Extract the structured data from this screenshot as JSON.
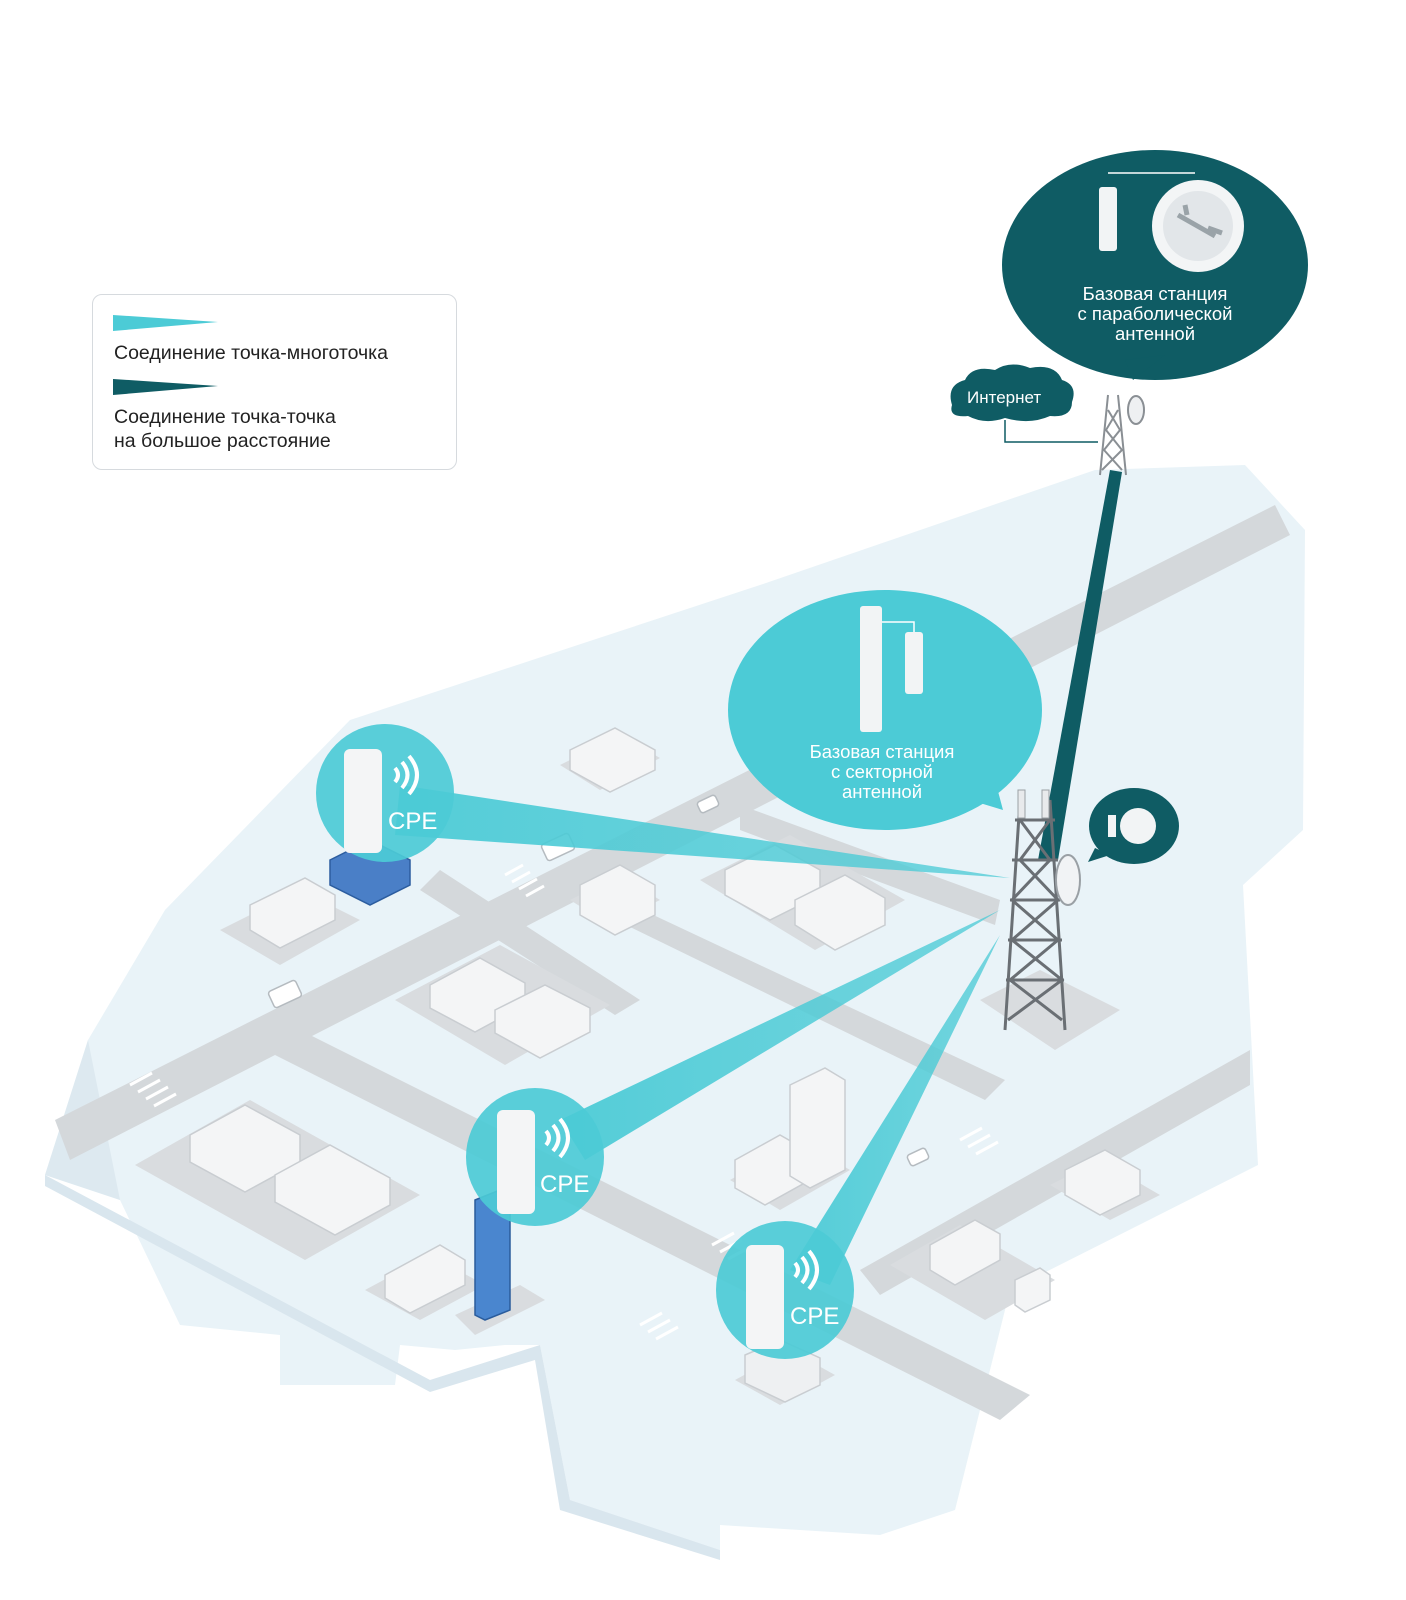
{
  "legend": {
    "point_multipoint": "Соединение точка-многоточка",
    "point_to_point_line1": "Соединение точка-точка",
    "point_to_point_line2": "на большое расстояние",
    "colors": {
      "point_multipoint": "#4ccbd6",
      "point_to_point": "#0f5c64"
    }
  },
  "parabolic_bubble": {
    "line1": "Базовая станция",
    "line2": "с параболической",
    "line3": "антенной",
    "color": "#0f5c64"
  },
  "sector_bubble": {
    "line1": "Базовая станция",
    "line2": "с секторной",
    "line3": "антенной",
    "color": "#4ccbd6"
  },
  "internet": {
    "label": "Интернет",
    "icon": "cloud-icon"
  },
  "cpe_nodes": [
    {
      "label": "CPE",
      "icon": "wifi-icon"
    },
    {
      "label": "CPE",
      "icon": "wifi-icon"
    },
    {
      "label": "CPE",
      "icon": "wifi-icon"
    }
  ],
  "colors": {
    "ground": "#e9f3f8",
    "road": "#d4d8db",
    "block": "#d9dcdf"
  }
}
